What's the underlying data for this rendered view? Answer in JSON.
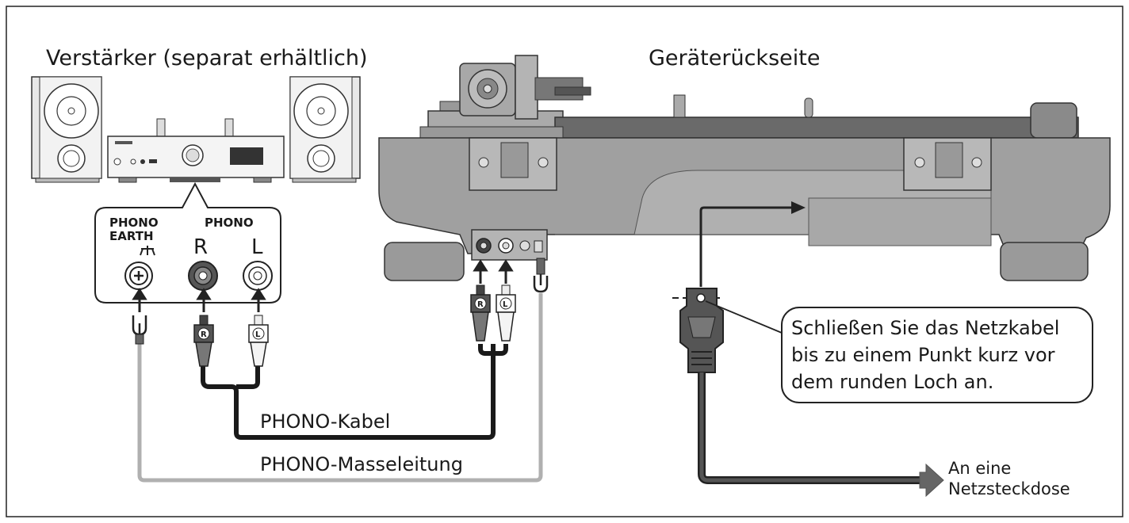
{
  "labels": {
    "amplifier": "Verstärker (separat erhältlich)",
    "rear_side": "Geräterückseite",
    "phono_earth_line1": "PHONO",
    "phono_earth_line2": "EARTH",
    "phono": "PHONO",
    "jack_r": "R",
    "jack_l": "L",
    "plug_r": "R",
    "plug_l": "L",
    "phono_cable": "PHONO-Kabel",
    "phono_ground": "PHONO-Masseleitung",
    "callout_line1": "Schließen Sie das Netzkabel",
    "callout_line2": "bis zu einem Punkt kurz vor",
    "callout_line3": "dem runden Loch an.",
    "outlet_line1": "An eine",
    "outlet_line2": "Netzsteckdose"
  },
  "colors": {
    "device_gray": "#9a9a9a",
    "device_dark": "#6e6e6e",
    "cable_dark": "#1a1a1a",
    "ground_wire": "#b0b0b0",
    "border": "#222222"
  }
}
